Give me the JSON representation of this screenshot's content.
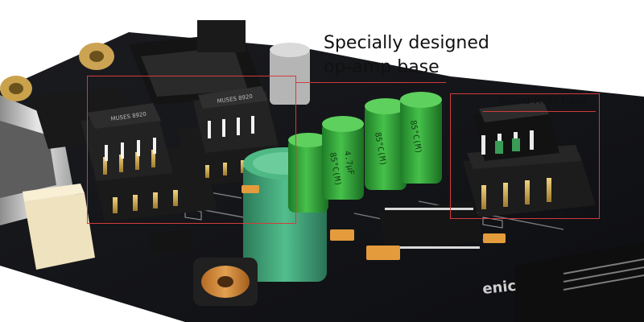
{
  "annotations": {
    "opamp_line1": "Specially designed",
    "opamp_line2": "op-amp base",
    "rom_label": "Sound ROM base"
  },
  "board_text": {
    "capacitor_text_a": "85°C(M)",
    "capacitor_text_b": "4.7μF"
  },
  "colors": {
    "callout_red": "#d23b3b",
    "pcb_black": "#131416",
    "capacitor_green": "#2fa93a",
    "large_capacitor_green": "#3aa87a",
    "gold_pins": "#caa24d",
    "smd_orange": "#e39b3c"
  },
  "icons": {
    "opamp_chip": "dip8-chip-icon",
    "rom_chip": "dip8-chip-icon",
    "capacitor": "electrolytic-capacitor-icon",
    "inductor": "inductor-coil-icon"
  }
}
